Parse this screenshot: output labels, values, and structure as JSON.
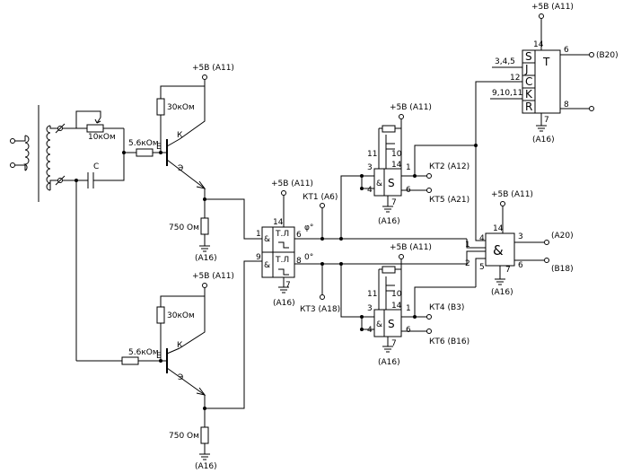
{
  "labels": {
    "p5v": "+5В (А11)",
    "a16": "(А16)",
    "r_30k": "30кОм",
    "r_56k": "5.6кОм",
    "r_10k": "10кОм",
    "r_750": "750 Ом",
    "c": "С",
    "k": "К",
    "b": "Б",
    "e": "Э",
    "kt1": "КТ1 (А6)",
    "kt2": "КТ2 (А12)",
    "kt3": "КТ3 (А18)",
    "kt4": "КТ4 (В3)",
    "kt5": "КТ5 (А21)",
    "kt6": "КТ6 (В16)",
    "phi": "φ°",
    "zero": "0°",
    "a20": "(А20)",
    "b18": "(В18)",
    "b20": "(В20)",
    "tl": "Т.Л",
    "amp": "&",
    "s": "S",
    "t": "T",
    "j_pins": "3,4,5",
    "k_pins": "9,10,11",
    "sj": "S",
    "jj": "J",
    "cj": "C",
    "kj": "K",
    "rj": "R",
    "n1": "1",
    "n2": "2",
    "n3": "3",
    "n4": "4",
    "n5": "5",
    "n6": "6",
    "n7": "7",
    "n8": "8",
    "n9": "9",
    "n10": "10",
    "n11": "11",
    "n12": "12",
    "n14": "14"
  }
}
